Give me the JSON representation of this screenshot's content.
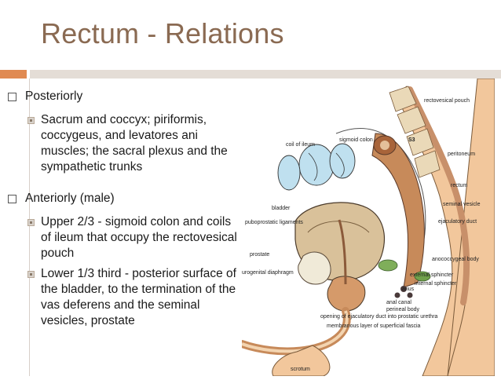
{
  "slide": {
    "title": "Rectum - Relations",
    "accent_color": "#e08a52",
    "title_color": "#8a6a52"
  },
  "content": {
    "posteriorly": {
      "heading": "Posteriorly",
      "items": [
        "Sacrum and coccyx; piriformis, coccygeus, and levatores ani muscles; the sacral plexus and the sympathetic trunks"
      ]
    },
    "anteriorly": {
      "heading": "Anteriorly (male)",
      "items": [
        "Upper 2/3 - sigmoid colon and coils of ileum that occupy the rectovesical pouch",
        "Lower 1/3 third - posterior surface of the bladder, to the termination of the vas deferens and the seminal vesicles,  prostate"
      ]
    }
  },
  "diagram": {
    "labels": {
      "rectovesical_pouch": "rectovesical pouch",
      "coil_of_ileum": "coil of ileum",
      "sigmoid_colon": "sigmoid colon",
      "s3": "S3",
      "peritoneum": "peritoneum",
      "rectum": "rectum",
      "bladder": "bladder",
      "seminal_vesicle": "seminal vesicle",
      "puboprostatic_ligaments": "puboprostatic ligaments",
      "ejaculatory_duct": "ejaculatory duct",
      "prostate": "prostate",
      "anococcygeal_body": "anococcygeal body",
      "urogenital_diaphragm": "urogenital diaphragm",
      "external_sphincter": "external sphincter",
      "internal_sphincter": "internal sphincter",
      "anus": "anus",
      "anal_canal": "anal canal",
      "perineal_body": "perineal body",
      "opening_ejaculatory": "opening of ejaculatory duct into prostatic urethra",
      "membranous_layer": "membranous layer of superficial fascia",
      "scrotum": "scrotum"
    }
  }
}
